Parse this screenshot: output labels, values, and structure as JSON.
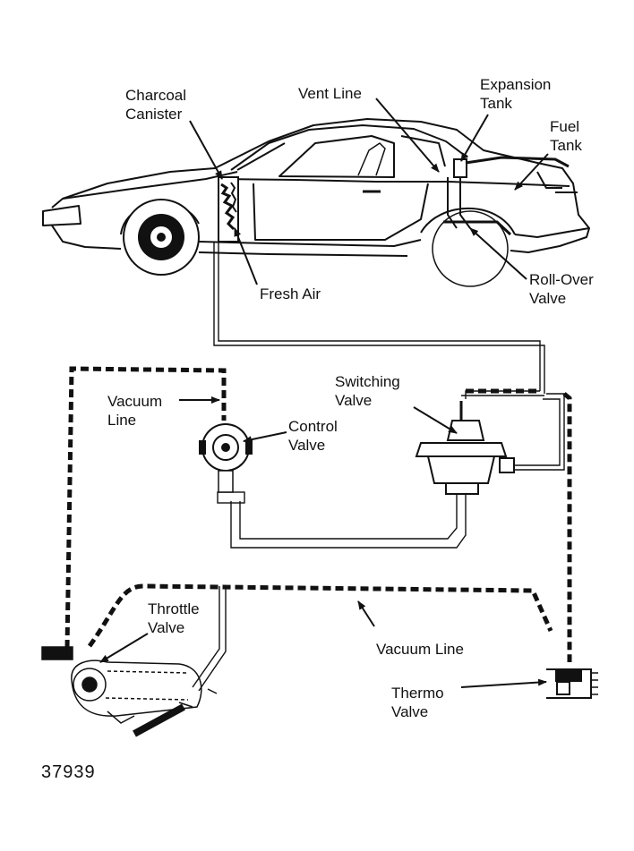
{
  "figure_number": "37939",
  "labels": {
    "charcoal_canister": [
      "Charcoal",
      "Canister"
    ],
    "vent_line": [
      "Vent Line"
    ],
    "expansion_tank": [
      "Expansion",
      "Tank"
    ],
    "fuel_tank": [
      "Fuel",
      "Tank"
    ],
    "fresh_air": [
      "Fresh Air"
    ],
    "roll_over_valve": [
      "Roll-Over",
      "Valve"
    ],
    "switching_valve": [
      "Switching",
      "Valve"
    ],
    "vacuum_line_upper": [
      "Vacuum",
      "Line"
    ],
    "control_valve": [
      "Control",
      "Valve"
    ],
    "throttle_valve": [
      "Throttle",
      "Valve"
    ],
    "vacuum_line_lower": [
      "Vacuum Line"
    ],
    "thermo_valve": [
      "Thermo",
      "Valve"
    ]
  },
  "colors": {
    "ink": "#111111",
    "paper": "#ffffff"
  }
}
